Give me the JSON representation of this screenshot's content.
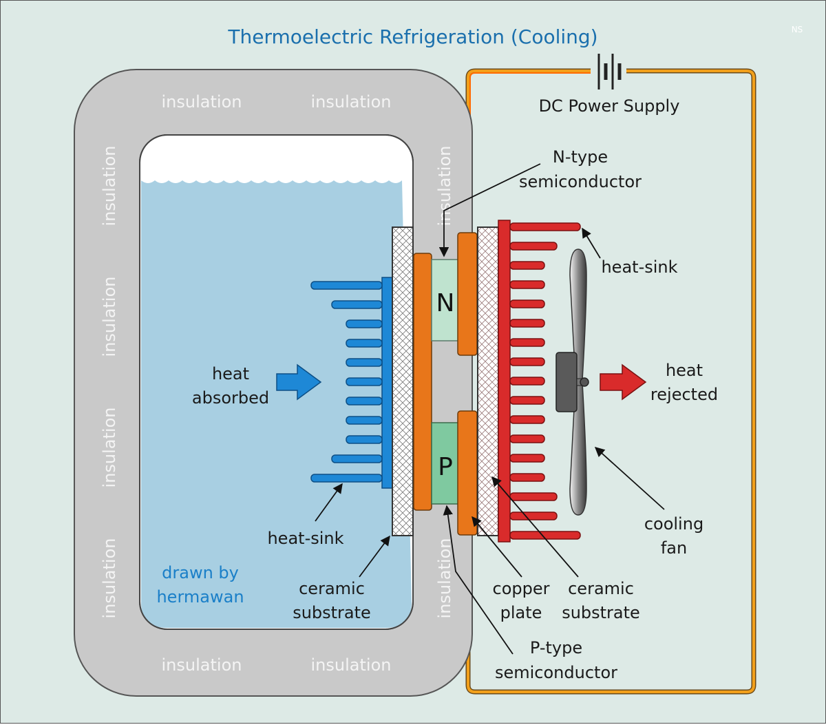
{
  "title": "Thermoelectric Refrigeration (Cooling)",
  "corner_mark": "NS",
  "insulation_label": "insulation",
  "power": {
    "label": "DC Power Supply"
  },
  "n_type": {
    "letter": "N",
    "line1": "N-type",
    "line2": "semiconductor"
  },
  "p_type": {
    "letter": "P",
    "line1": "P-type",
    "line2": "semiconductor"
  },
  "hot_heat_sink": "heat-sink",
  "cold_heat_sink": "heat-sink",
  "heat_absorbed": {
    "line1": "heat",
    "line2": "absorbed"
  },
  "heat_rejected": {
    "line1": "heat",
    "line2": "rejected"
  },
  "cooling_fan": {
    "line1": "cooling",
    "line2": "fan"
  },
  "ceramic_left": {
    "line1": "ceramic",
    "line2": "substrate"
  },
  "ceramic_right": {
    "line1": "ceramic",
    "line2": "substrate"
  },
  "copper": {
    "line1": "copper",
    "line2": "plate"
  },
  "credit": {
    "line1": "drawn by",
    "line2": "hermawan"
  },
  "colors": {
    "background": "#ddeae6",
    "insulation": "#c9c9c9",
    "water": "#a8cfe2",
    "cold_side": "#1e88d6",
    "hot_side": "#d92b2b",
    "copper": "#e8761a",
    "n_type": "#bfe3cf",
    "p_type": "#7fc9a0",
    "title": "#1a6fad",
    "wire": "#f2a01b"
  }
}
